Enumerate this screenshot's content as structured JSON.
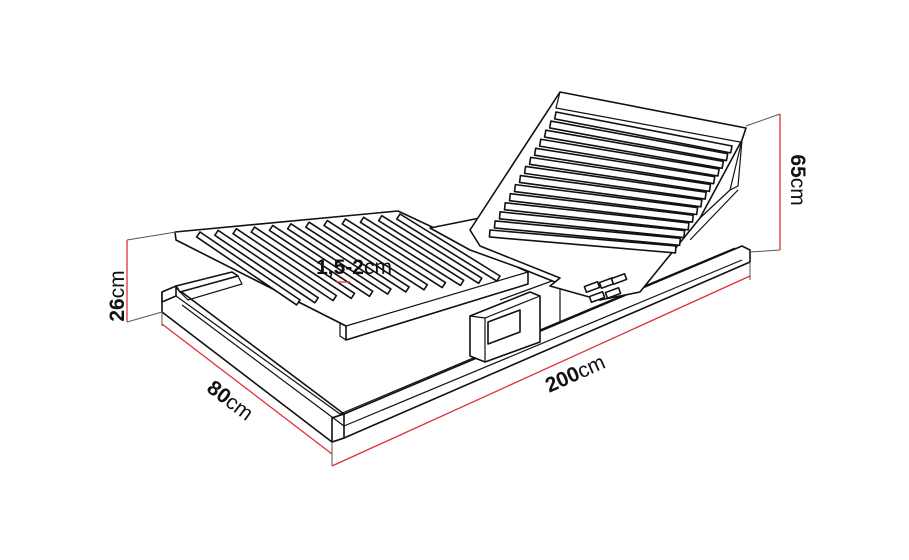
{
  "dimensions": {
    "length": {
      "value": "200",
      "unit": "cm"
    },
    "width": {
      "value": "80",
      "unit": "cm"
    },
    "height": {
      "value": "26",
      "unit": "cm"
    },
    "raised_height": {
      "value": "65",
      "unit": "cm"
    },
    "slat_thickness": {
      "value": "1,5-2",
      "unit": "cm"
    }
  },
  "colors": {
    "dimension_line": "#e0303a",
    "outline": "#111111",
    "background": "#ffffff"
  }
}
